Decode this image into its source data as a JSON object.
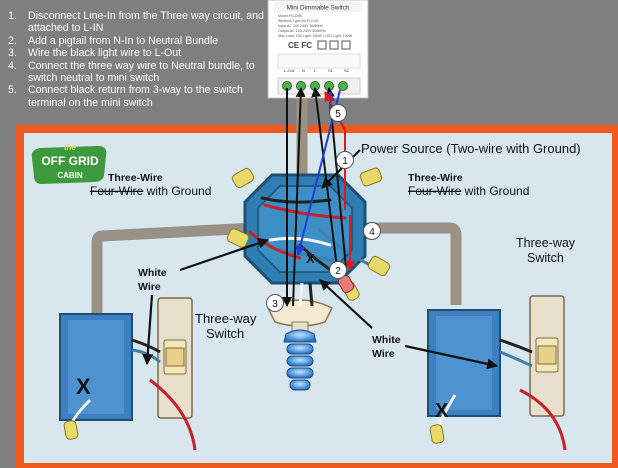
{
  "instructions": [
    {
      "num": "1.",
      "text": "Disconnect Line-In from the Three way circuit, and attached to L-IN"
    },
    {
      "num": "2.",
      "text": "Add a pigtail from N-In to Neutral Bundle"
    },
    {
      "num": "3.",
      "text": "Wire the black light wire to L-Out"
    },
    {
      "num": "4.",
      "text": "Connect the three way wire to Neutral bundle, to switch neutral to mini switch"
    },
    {
      "num": "5.",
      "text": "Connect black return from 3-way to the switch terminal on the mini switch"
    }
  ],
  "module": {
    "title": "Mini Dimmable Switch",
    "spec_lines": [
      "Model:FG-DIM",
      "Wireless Type:Wi-Fi 2.4G",
      "Input:AC 100-240V 50/60Hz",
      "Output:AC 100-240V 50/60Hz",
      "Max Load: 150 Light: 150W / LED Light: 100W"
    ],
    "marks": "CE FC",
    "terminal_labels": [
      "L-Out",
      "N",
      "L",
      "S1",
      "S2"
    ]
  },
  "logo": {
    "line1": "the",
    "line2": "OFF GRID",
    "line3": "CABIN"
  },
  "labels": {
    "power_source": "Power Source (Two-wire with Ground)",
    "left_cable_line1": "Three-Wire",
    "left_cable_strike": "Four-Wire",
    "left_cable_rest": " with Ground",
    "right_cable_line1": "Three-Wire",
    "right_cable_strike": "Four-Wire",
    "right_cable_rest": " with Ground",
    "white_wire_left_1": "White",
    "white_wire_left_2": "Wire",
    "white_wire_right_1": "White",
    "white_wire_right_2": "Wire",
    "three_way_left_1": "Three-way",
    "three_way_left_2": "Switch",
    "three_way_right_1": "Three-way",
    "three_way_right_2": "Switch",
    "x_mark": "X"
  },
  "steps_markers": [
    "1",
    "2",
    "3",
    "4",
    "5"
  ],
  "colors": {
    "border": "#f05a1e",
    "panel": "#d8e6ee",
    "background": "#7f7f7f",
    "cable": "#9a9185",
    "arrow_blue": "#1f3fd8",
    "arrow_red": "#e01818",
    "wire_red": "#c8202a",
    "wire_blue": "#3f7fae",
    "box_blue": "#2f7eb3",
    "bulb_blue": "#2f87d8"
  }
}
